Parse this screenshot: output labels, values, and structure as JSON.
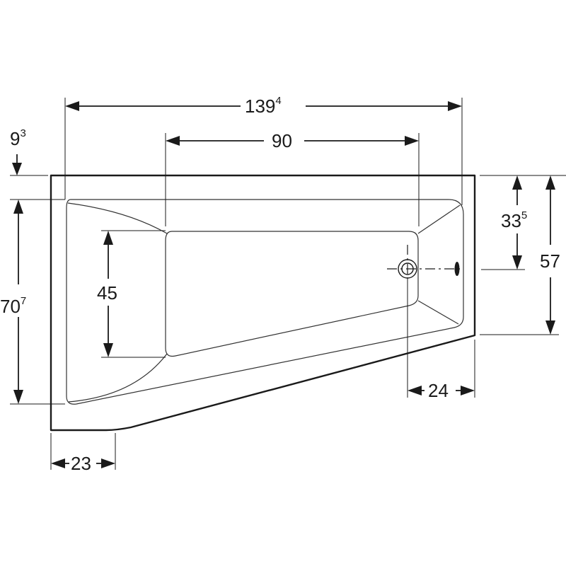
{
  "dimensions": {
    "overall_length": {
      "value": "139",
      "superscript": "4"
    },
    "inner_length": {
      "value": "90",
      "superscript": ""
    },
    "rim_offset": {
      "value": "9",
      "superscript": "3"
    },
    "drain_height": {
      "value": "33",
      "superscript": "5"
    },
    "short_side_width": {
      "value": "57",
      "superscript": ""
    },
    "long_side_width": {
      "value": "70",
      "superscript": "7"
    },
    "inner_width": {
      "value": "45",
      "superscript": ""
    },
    "drain_to_edge": {
      "value": "24",
      "superscript": ""
    },
    "corner_offset": {
      "value": "23",
      "superscript": ""
    }
  },
  "colors": {
    "line": "#1a1a1a",
    "background": "#ffffff"
  }
}
